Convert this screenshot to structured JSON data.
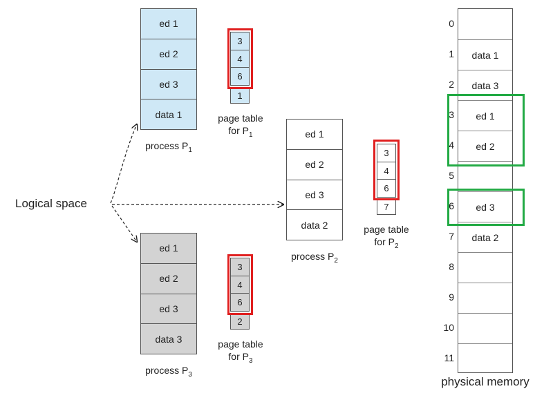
{
  "process1": {
    "segments": [
      "ed 1",
      "ed 2",
      "ed 3",
      "data 1"
    ],
    "caption": "process P",
    "sub": "1"
  },
  "pagetable1": {
    "entries": [
      "3",
      "4",
      "6"
    ],
    "last": "1",
    "caption_line1": "page table",
    "caption_line2": "for P",
    "sub": "1"
  },
  "process2": {
    "segments": [
      "ed 1",
      "ed 2",
      "ed 3",
      "data 2"
    ],
    "caption": "process P",
    "sub": "2"
  },
  "pagetable2": {
    "entries": [
      "3",
      "4",
      "6"
    ],
    "last": "7",
    "caption_line1": "page table",
    "caption_line2": "for P",
    "sub": "2"
  },
  "process3": {
    "segments": [
      "ed 1",
      "ed 2",
      "ed 3",
      "data 3"
    ],
    "caption": "process P",
    "sub": "3"
  },
  "pagetable3": {
    "entries": [
      "3",
      "4",
      "6"
    ],
    "last": "2",
    "caption_line1": "page table",
    "caption_line2": "for P",
    "sub": "3"
  },
  "logical_space": "Logical space",
  "memory": {
    "caption": "physical memory",
    "indices": [
      "0",
      "1",
      "2",
      "3",
      "4",
      "5",
      "6",
      "7",
      "8",
      "9",
      "10",
      "11"
    ],
    "frames": [
      "",
      "data 1",
      "data 3",
      "ed 1",
      "ed 2",
      "",
      "ed 3",
      "data 2",
      "",
      "",
      "",
      ""
    ]
  },
  "colors": {
    "process1_fill": "#cfe8f6",
    "process3_fill": "#d3d3d3",
    "highlight_red": "#e02020",
    "highlight_green": "#22aa44"
  }
}
